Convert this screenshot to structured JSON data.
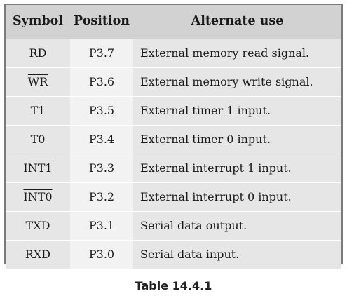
{
  "table": {
    "headers": [
      "Symbol",
      "Position",
      "Alternate use"
    ],
    "rows": [
      {
        "symbol": "RD",
        "overline": true,
        "position": "P3.7",
        "use": "External memory read signal."
      },
      {
        "symbol": "WR",
        "overline": true,
        "position": "P3.6",
        "use": "External memory write signal."
      },
      {
        "symbol": "T1",
        "overline": false,
        "position": "P3.5",
        "use": "External timer 1 input."
      },
      {
        "symbol": "T0",
        "overline": false,
        "position": "P3.4",
        "use": "External timer 0 input."
      },
      {
        "symbol": "INT1",
        "overline": true,
        "position": "P3.3",
        "use": "External interrupt 1 input."
      },
      {
        "symbol": "INT0",
        "overline": true,
        "position": "P3.2",
        "use": "External interrupt 0 input."
      },
      {
        "symbol": "TXD",
        "overline": false,
        "position": "P3.1",
        "use": "Serial data output."
      },
      {
        "symbol": "RXD",
        "overline": false,
        "position": "P3.0",
        "use": "Serial data input."
      }
    ]
  },
  "caption": "Table 14.4.1"
}
